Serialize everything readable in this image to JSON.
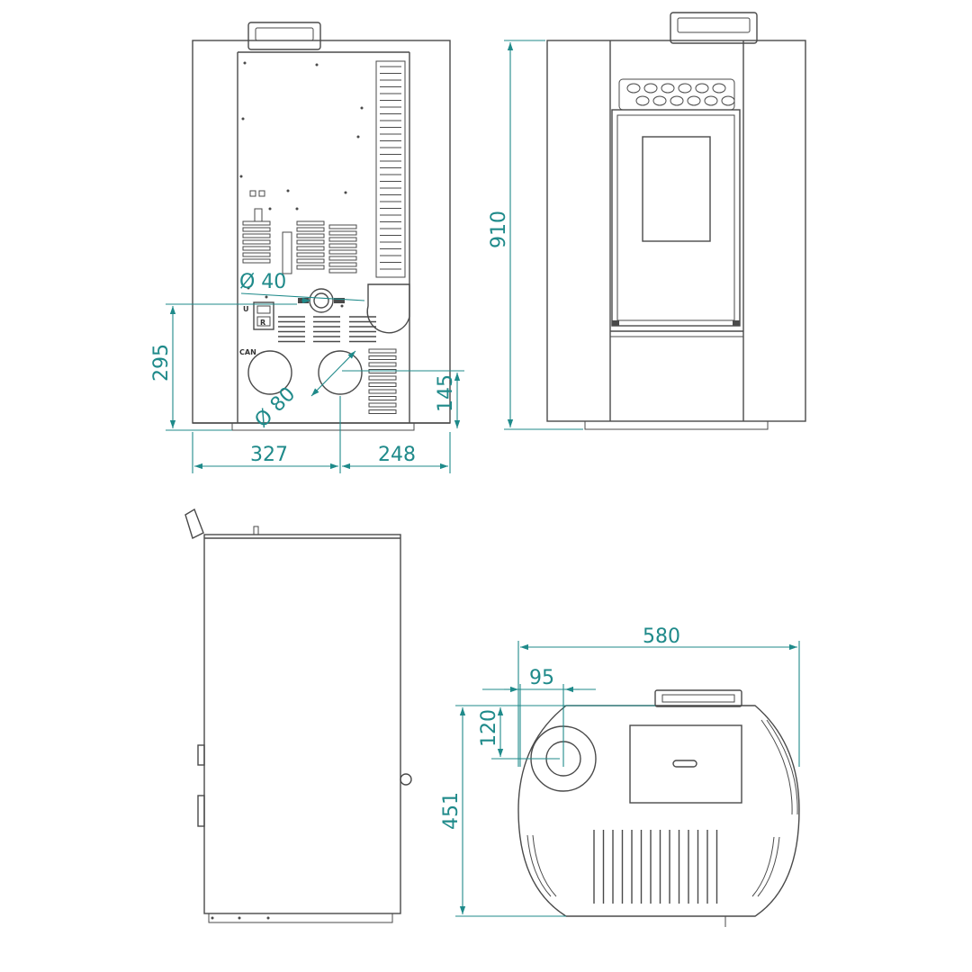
{
  "colors": {
    "line": "#4a4a4a",
    "dimension": "#1f8a8a",
    "background": "#ffffff"
  },
  "rear_view": {
    "dimensions": {
      "flue_diameter": "Ø 40",
      "outlet_diameter": "Ø 80",
      "outlet_height": "295",
      "inlet_height": "145",
      "left_offset": "327",
      "right_offset": "248"
    },
    "labels": {
      "can": "CAN",
      "u": "U",
      "r": "R"
    }
  },
  "front_view": {
    "dimensions": {
      "height": "910"
    }
  },
  "top_view": {
    "dimensions": {
      "width": "580",
      "flue_offset_x": "95",
      "flue_offset_y": "120",
      "depth": "451"
    }
  }
}
